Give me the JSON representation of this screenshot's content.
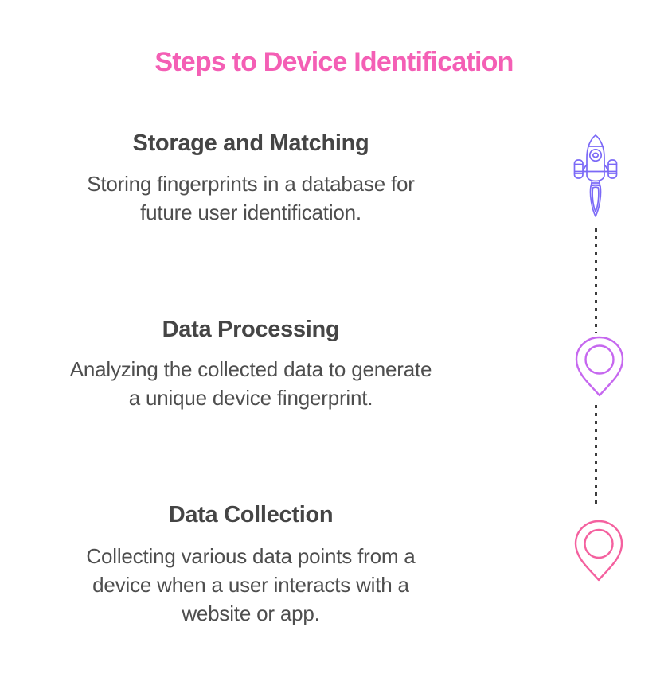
{
  "title": {
    "text": "Steps to Device Identification"
  },
  "steps": [
    {
      "heading": "Storage and Matching",
      "body": "Storing fingerprints in a database for\nfuture user identification.",
      "icon": "rocket-icon",
      "icon_color": "#7b69f7"
    },
    {
      "heading": "Data Processing",
      "body": "Analyzing the collected data to generate\na unique device fingerprint.",
      "icon": "location-pin-icon",
      "icon_color": "#c668ef"
    },
    {
      "heading": "Data Collection",
      "body": "Collecting various data points from a\ndevice when a user interacts with a\nwebsite or app.",
      "icon": "location-pin-icon",
      "icon_color": "#f4619f"
    }
  ],
  "colors": {
    "background": "#ffffff",
    "title_accent": "#f45fb5",
    "heading_text": "#454545",
    "body_text": "#4e4e4e",
    "connector": "#3d3d3d",
    "rocket": "#7b69f7",
    "pin_purple": "#c668ef",
    "pin_pink": "#f4619f"
  }
}
